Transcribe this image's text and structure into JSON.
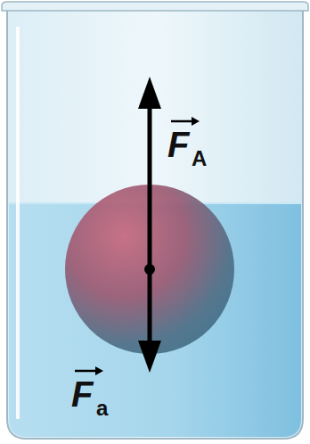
{
  "diagram": {
    "labels": [
      "F",
      "A",
      "F",
      "a"
    ]
  }
}
